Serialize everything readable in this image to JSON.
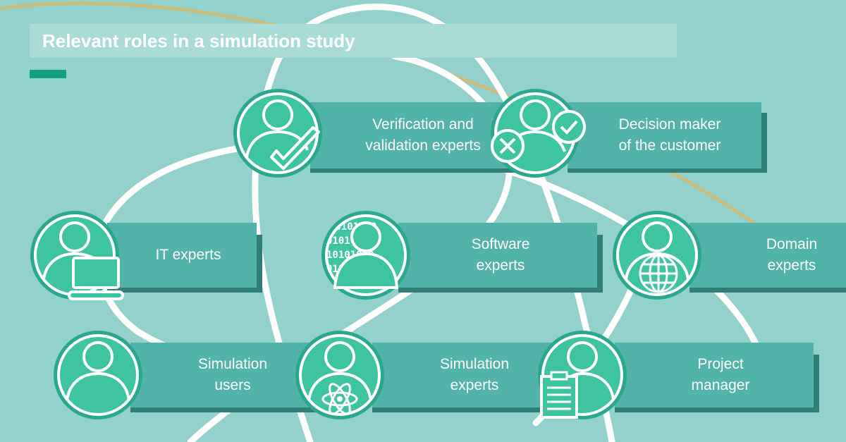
{
  "title": "Relevant roles in a simulation study",
  "colors": {
    "background": "#92d1cc",
    "title_bar": "#a9dcd6",
    "accent": "#169e80",
    "box": "#52b3ab",
    "box_shadow": "#2f7f78",
    "circle_ring": "#2aa88f",
    "circle_fill": "#3fc4a2",
    "orbit": "#ffffff",
    "gold_line": "#c9be7d"
  },
  "roles": [
    {
      "id": "verification",
      "lines": [
        "Verification and",
        "validation experts"
      ],
      "icon": "check-icon"
    },
    {
      "id": "decision",
      "lines": [
        "Decision maker",
        "of the customer"
      ],
      "icon": "decision-icons"
    },
    {
      "id": "it",
      "lines": [
        "IT experts"
      ],
      "icon": "laptop-icon"
    },
    {
      "id": "software",
      "lines": [
        "Software",
        "experts"
      ],
      "icon": "binary-code-icon"
    },
    {
      "id": "domain",
      "lines": [
        "Domain",
        "experts"
      ],
      "icon": "globe-icon"
    },
    {
      "id": "sim-users",
      "lines": [
        "Simulation",
        "users"
      ],
      "icon": "person-icon"
    },
    {
      "id": "sim-experts",
      "lines": [
        "Simulation",
        "experts"
      ],
      "icon": "atom-icon"
    },
    {
      "id": "pm",
      "lines": [
        "Project",
        "manager"
      ],
      "icon": "clipboard-icon"
    }
  ]
}
